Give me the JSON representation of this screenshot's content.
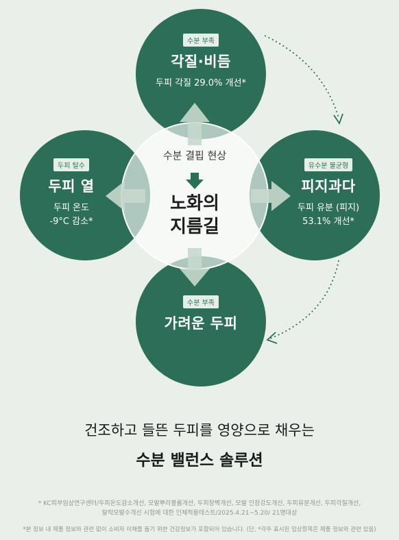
{
  "center": {
    "subtitle": "수분 결핍 현상",
    "title_line1": "노화의",
    "title_line2": "지름길"
  },
  "nodes": {
    "top": {
      "badge": "수분 부족",
      "title": "각질·비듬",
      "desc_line1": "두피 각질 29.0% 개선*",
      "desc_line2": ""
    },
    "left": {
      "badge": "두피 탈수",
      "title": "두피 열",
      "desc_line1": "두피 온도",
      "desc_line2": "-9°C 감소*"
    },
    "right": {
      "badge": "유수분 불균형",
      "title": "피지과다",
      "desc_line1": "두피 유분 (피지)",
      "desc_line2": "53.1% 개선*"
    },
    "bottom": {
      "badge": "수분 부족",
      "title": "가려운 두피",
      "desc_line1": "",
      "desc_line2": ""
    }
  },
  "headline": {
    "line1": "건조하고 들뜬 두피를 영양으로 채우는",
    "line2": "수분 밸런스 솔루션"
  },
  "footnotes": {
    "line1": "* KC피부임상연구센터/두피온도감소개선, 모발뿌리볼륨개선, 두피장벽개선, 모발 인장강도개선, 두피유분개선, 두피각질개선,",
    "line2": "탈락모발수개선 시험에 대한 인체적용테스트/2025.4.21~5.20/ 21명대상",
    "line3": "*본 정보 내 제품 정보와 관련 없이 소비자 이해를 돕기 위한 건강정보가 포함되어 있습니다. (단, *각주 표시된 임상항목은 제품 정보와 관련 있음)"
  },
  "colors": {
    "background": "#e9f0ea",
    "circle": "#2d6e58",
    "badge_bg": "#e6efe7",
    "text": "#1e1e1e"
  }
}
